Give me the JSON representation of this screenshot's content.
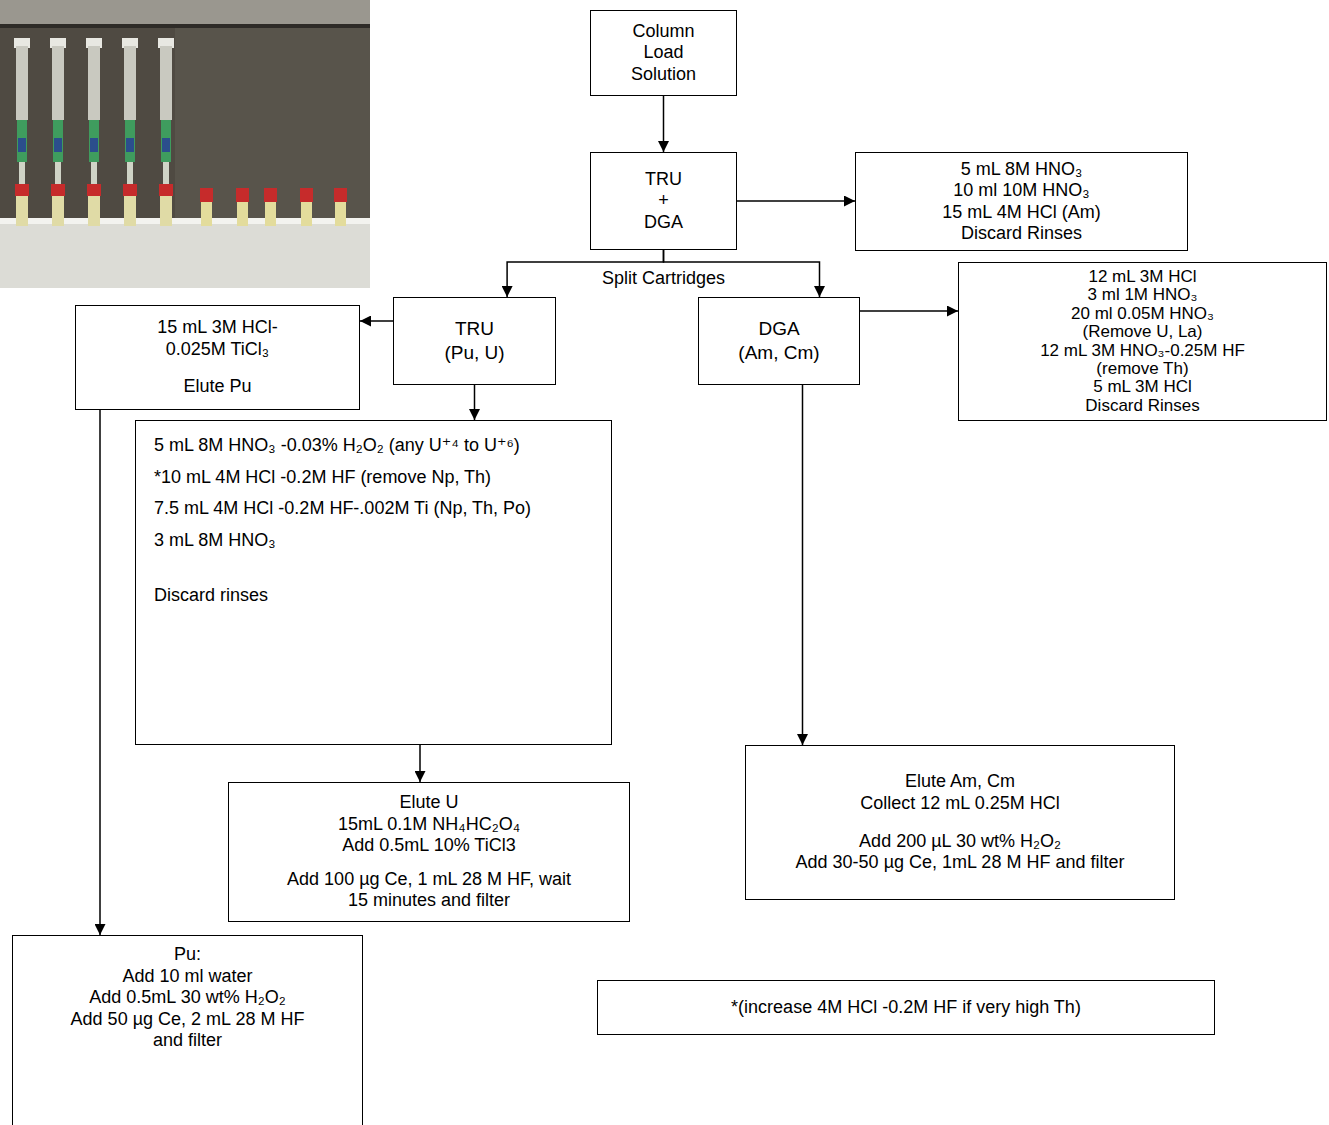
{
  "diagram": {
    "nodes": [
      {
        "text": [
          "Column Load Solution"
        ]
      },
      {
        "text": [
          "TRU + DGA"
        ]
      },
      {
        "text": [
          "5 mL 8M HNO₃",
          "10 ml 10M HNO₃",
          "15 mL 4M HCl (Am)",
          "Discard Rinses"
        ]
      },
      {
        "text": [
          "15 mL 3M HCl- 0.025M TiCl₃",
          "Elute Pu"
        ]
      },
      {
        "text": [
          "TRU",
          "(Pu, U)"
        ]
      },
      {
        "text": [
          "DGA",
          "(Am, Cm)"
        ]
      },
      {
        "text": [
          "12 mL 3M HCl",
          "3 ml 1M HNO₃",
          "20 ml 0.05M HNO₃",
          "(Remove U, La)",
          "12 mL 3M HNO₃-0.25M HF",
          "(remove Th)",
          "5 mL 3M HCl",
          "Discard Rinses"
        ]
      },
      {
        "text": [
          "5 mL 8M HNO₃ -0.03% H₂O₂ (any U⁺⁴ to U⁺⁶)",
          "*10 mL 4M HCl -0.2M HF (remove Np, Th)",
          "7.5 mL 4M HCl -0.2M HF-.002M Ti (Np, Th, Po)",
          "3 mL 8M HNO₃",
          "Discard rinses"
        ]
      },
      {
        "text": [
          "Elute U",
          "15mL 0.1M NH₄HC₂O₄",
          "Add 0.5mL 10% TiCl3",
          "Add 100 µg Ce, 1 mL 28 M HF, wait 15 minutes and filter"
        ]
      },
      {
        "text": [
          "Elute Am, Cm",
          "Collect 12 mL 0.25M HCl",
          "Add 200 µL 30 wt% H₂O₂",
          "Add 30-50 µg Ce, 1mL 28 M HF and filter"
        ]
      },
      {
        "text": [
          "Pu:",
          "Add 10 ml water",
          "Add 0.5mL 30 wt% H₂O₂",
          "Add 50 µg Ce, 2 mL 28 M HF and filter"
        ]
      },
      {
        "text": [
          "*(increase 4M HCl -0.2M HF if very high Th)"
        ]
      }
    ],
    "edges": [
      {
        "from": 0,
        "to": 1,
        "arrow": "to"
      },
      {
        "from": 1,
        "to": 2,
        "arrow": "to"
      },
      {
        "from": 1,
        "to": 4,
        "arrow": "to",
        "label": "Split Cartridges"
      },
      {
        "from": 1,
        "to": 5,
        "arrow": "to"
      },
      {
        "from": 4,
        "to": 3,
        "arrow": "to"
      },
      {
        "from": 5,
        "to": 6,
        "arrow": "to"
      },
      {
        "from": 4,
        "to": 7,
        "arrow": "to"
      },
      {
        "from": 7,
        "to": 8,
        "arrow": "to"
      },
      {
        "from": 5,
        "to": 9,
        "arrow": "to"
      },
      {
        "from": 3,
        "to": 10,
        "arrow": "to"
      }
    ]
  }
}
